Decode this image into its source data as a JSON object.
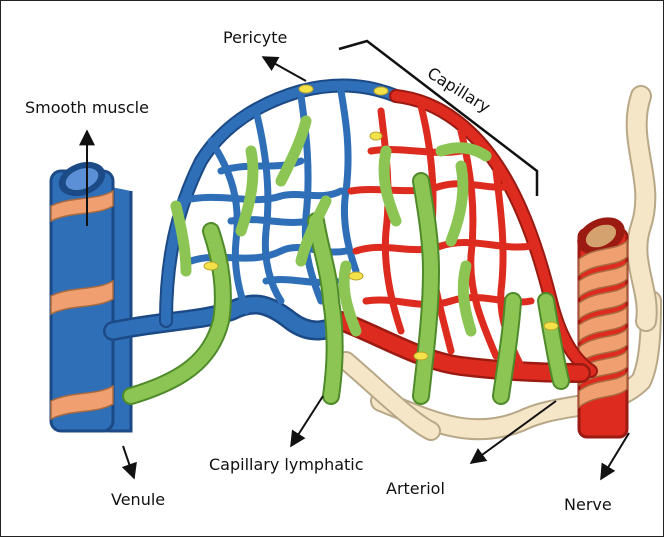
{
  "labels": {
    "pericyte": "Pericyte",
    "capillary": "Capillary",
    "smooth_muscle": "Smooth muscle",
    "capillary_lymphatic": "Capillary lymphatic",
    "venule": "Venule",
    "arteriol": "Arteriol",
    "nerve": "Nerve"
  },
  "colors": {
    "vein_blue": "#2f6fb8",
    "vein_dark": "#1c4a86",
    "artery_red": "#dd2b1f",
    "artery_dark": "#9b1a12",
    "lymph_green": "#8cc554",
    "lymph_dark": "#4f8a2a",
    "smooth_muscle_orange": "#f0a070",
    "nerve_cream": "#f5e6c8",
    "pericyte_yellow": "#f3e24a"
  }
}
